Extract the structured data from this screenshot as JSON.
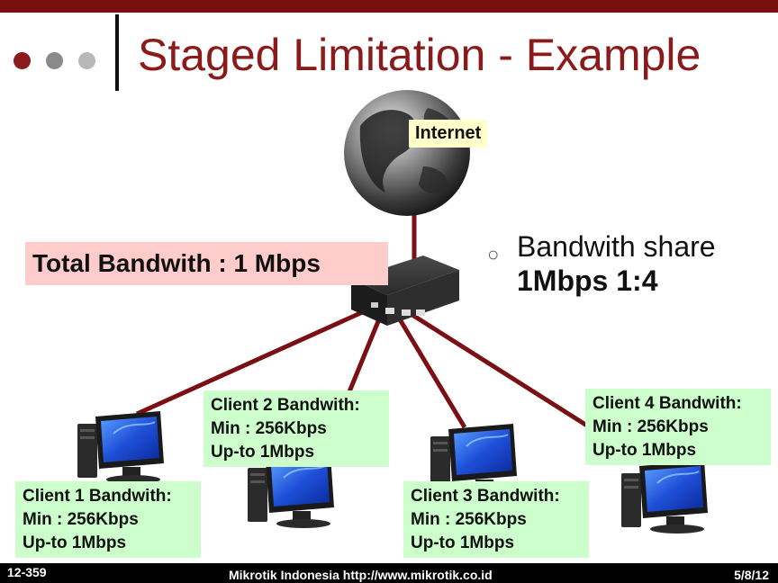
{
  "slide": {
    "title": "Staged Limitation - Example"
  },
  "diagram": {
    "internet_label": "Internet",
    "total_bandwidth_label": "Total Bandwith : 1 Mbps",
    "bullet": {
      "line1": "Bandwith share",
      "line2": "1Mbps 1:4"
    },
    "clients": [
      {
        "title": "Client 1 Bandwith:",
        "min": "Min : 256Kbps",
        "max": "Up-to 1Mbps"
      },
      {
        "title": "Client 2 Bandwith:",
        "min": "Min : 256Kbps",
        "max": "Up-to 1Mbps"
      },
      {
        "title": "Client 3 Bandwith:",
        "min": "Min : 256Kbps",
        "max": "Up-to 1Mbps"
      },
      {
        "title": "Client 4 Bandwith:",
        "min": "Min : 256Kbps",
        "max": "Up-to 1Mbps"
      }
    ]
  },
  "footer": {
    "slide_number": "12-359",
    "center_text": "Mikrotik Indonesia http://www.mikrotik.co.id",
    "date": "5/8/12"
  },
  "colors": {
    "accent": "#8b1a1a",
    "top_bar": "#7a0f0f",
    "link_line": "#7a0f14",
    "client_box": "#ccffcc",
    "total_box": "#ffcccc",
    "internet_box": "#ffffcc"
  },
  "icons": [
    "globe-icon",
    "router-icon",
    "computer-icon",
    "bullet-icon"
  ]
}
